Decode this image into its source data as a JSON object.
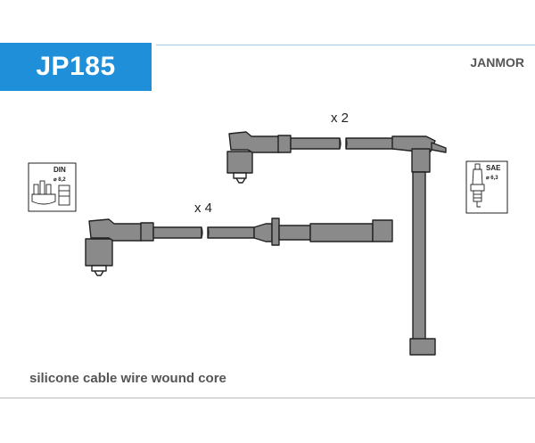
{
  "header": {
    "code": "JP185",
    "brand": "JANMOR"
  },
  "diagram": {
    "quantity_top": "x 2",
    "quantity_left": "x 4",
    "din_label": "DIN",
    "din_size": "⌀ 8,2",
    "sae_label": "SAE",
    "sae_size": "⌀ 6,3"
  },
  "footer": {
    "caption": "silicone cable wire wound core"
  },
  "colors": {
    "accent": "#1e8fd8",
    "cable_fill": "#8a8a8a",
    "outline": "#222222"
  }
}
